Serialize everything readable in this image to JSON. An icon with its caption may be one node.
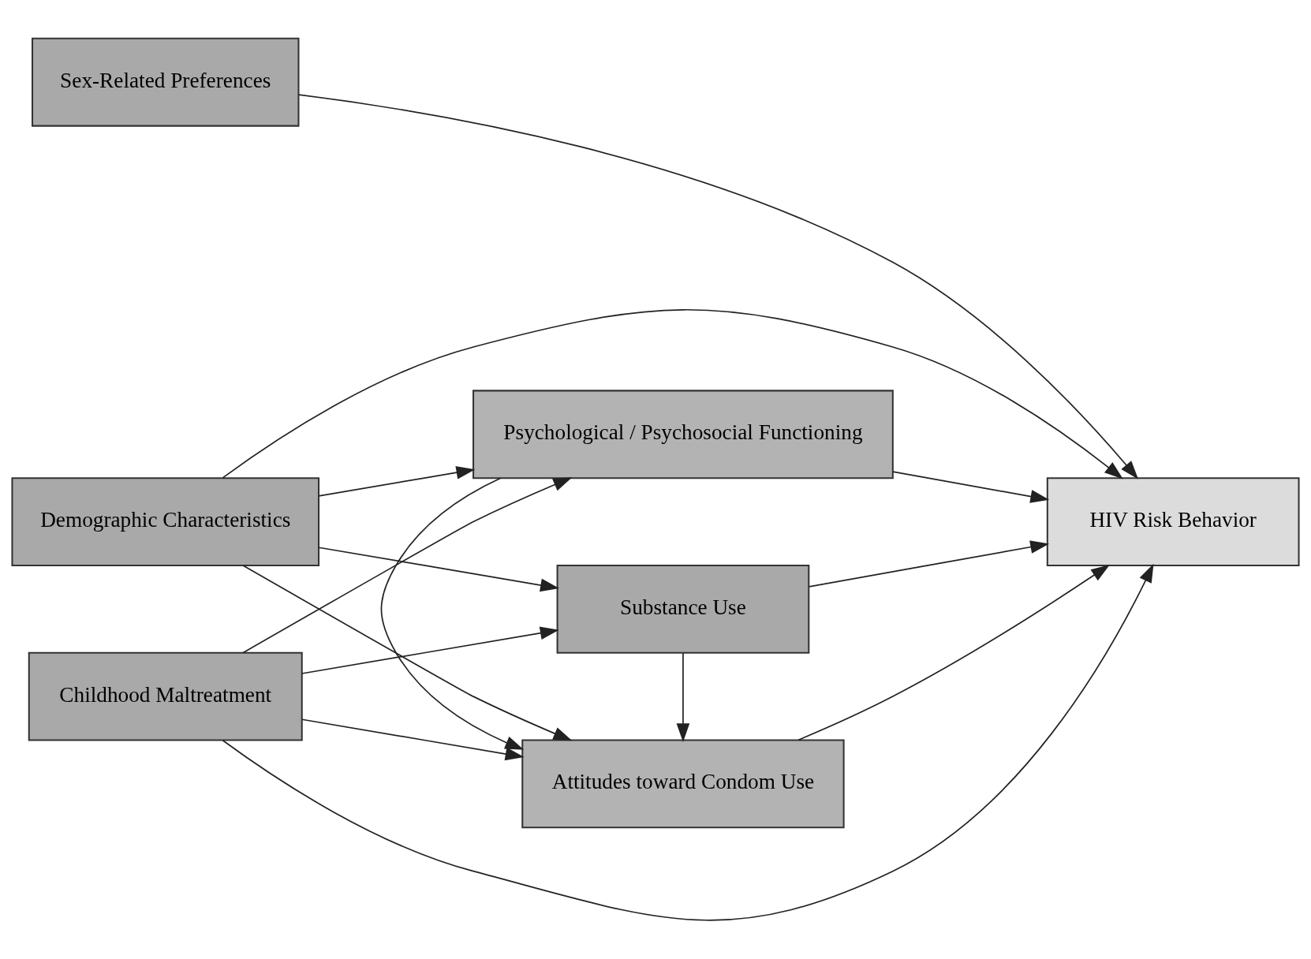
{
  "diagram": {
    "nodes": [
      {
        "text": [
          "Demographic Characteristics"
        ]
      },
      {
        "text": [
          "Sex-Related Preferences"
        ]
      },
      {
        "text": [
          "Childhood Maltreatment"
        ]
      },
      {
        "text": [
          "Substance Use"
        ]
      },
      {
        "text": [
          "Attitudes toward Condom Use"
        ]
      },
      {
        "text": [
          "Psychological / Psychosocial Functioning"
        ]
      },
      {
        "text": [
          "HIV Risk Behavior"
        ]
      }
    ],
    "edges": [
      {
        "from": 0,
        "to": 6,
        "arrow": "to"
      },
      {
        "from": 0,
        "to": 3,
        "arrow": "to"
      },
      {
        "from": 0,
        "to": 4,
        "arrow": "to"
      },
      {
        "from": 0,
        "to": 5,
        "arrow": "to"
      },
      {
        "from": 1,
        "to": 6,
        "arrow": "to"
      },
      {
        "from": 2,
        "to": 3,
        "arrow": "to"
      },
      {
        "from": 2,
        "to": 4,
        "arrow": "to"
      },
      {
        "from": 2,
        "to": 5,
        "arrow": "to"
      },
      {
        "from": 2,
        "to": 6,
        "arrow": "to"
      },
      {
        "from": 3,
        "to": 4,
        "arrow": "to"
      },
      {
        "from": 5,
        "to": 4,
        "arrow": "to"
      },
      {
        "from": 3,
        "to": 6,
        "arrow": "to"
      },
      {
        "from": 4,
        "to": 6,
        "arrow": "to"
      },
      {
        "from": 5,
        "to": 6,
        "arrow": "to"
      }
    ]
  }
}
